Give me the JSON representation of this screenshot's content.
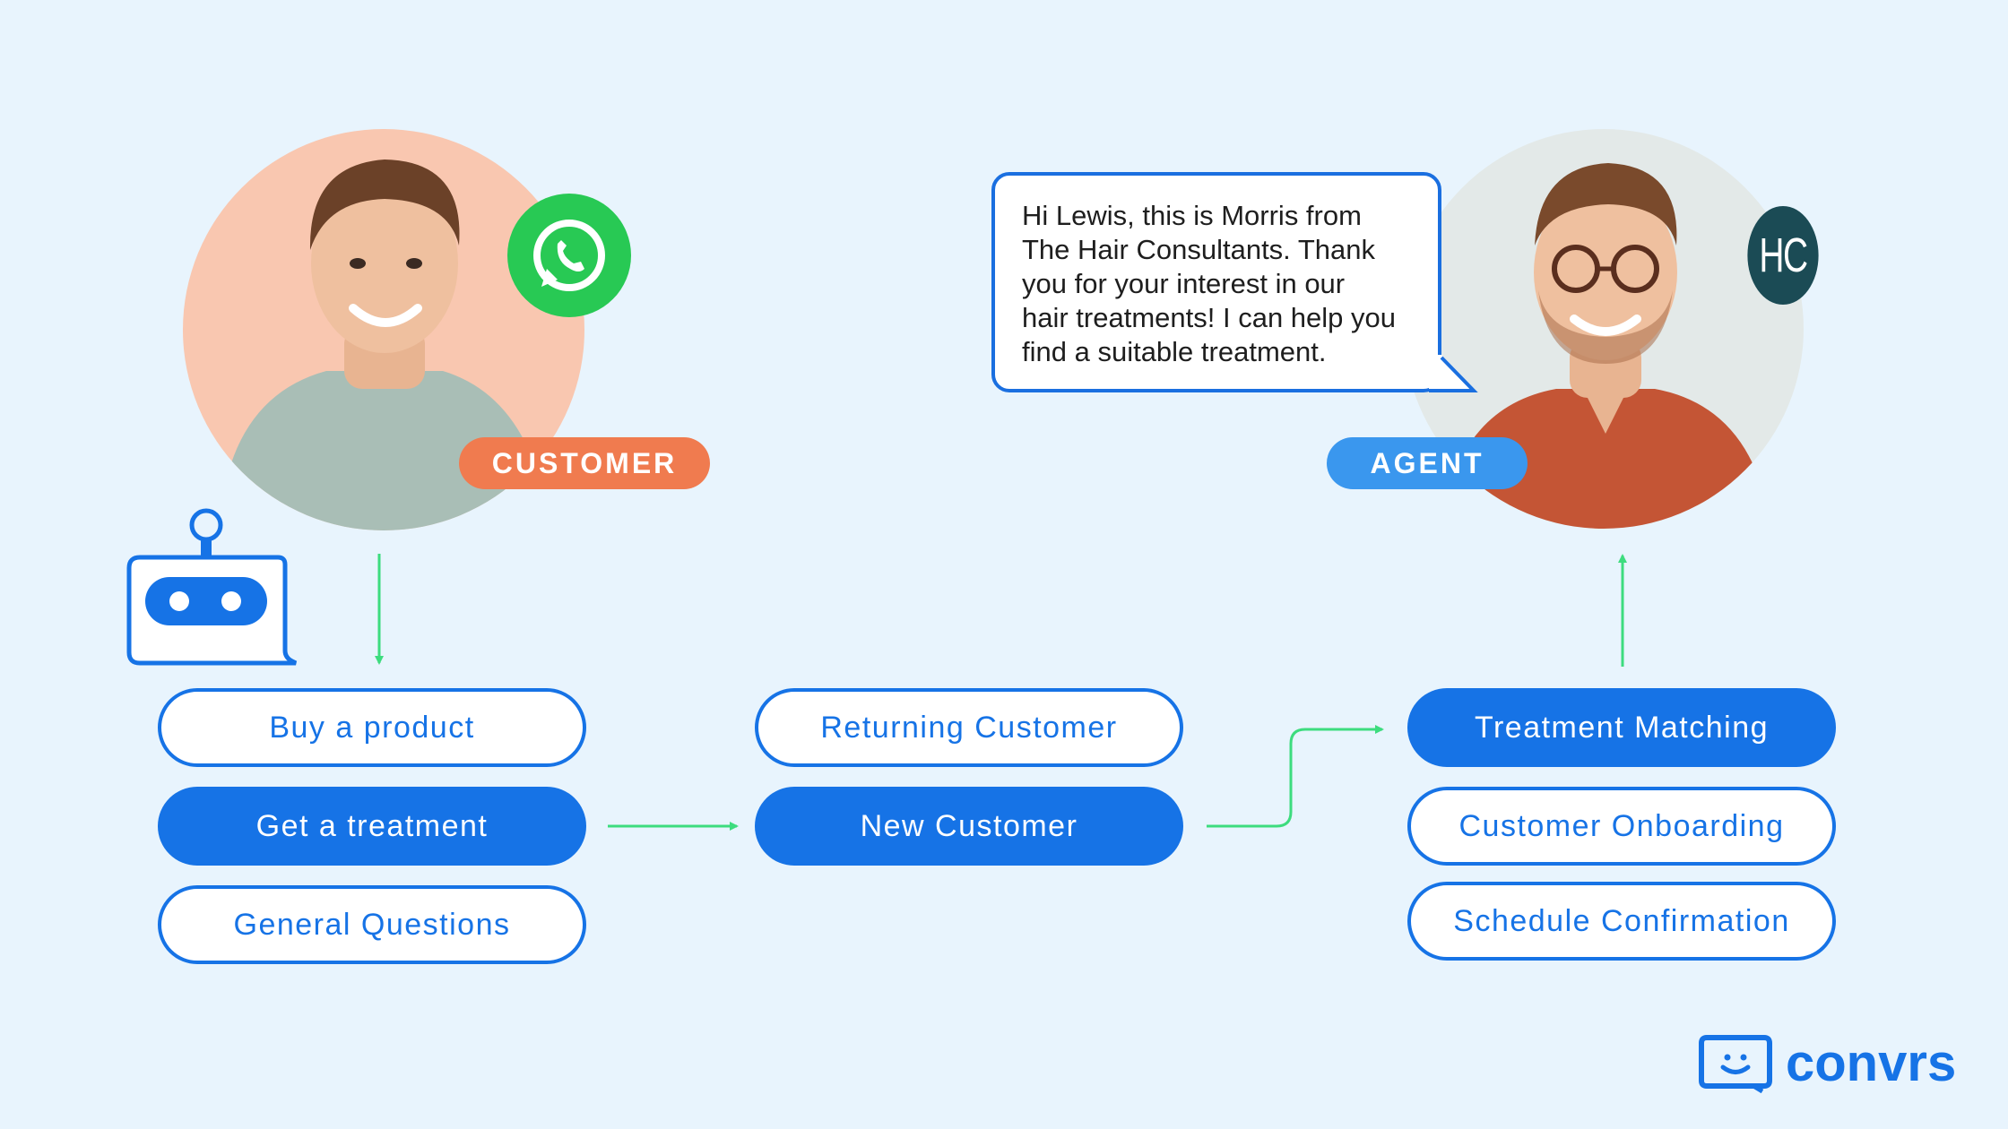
{
  "customer": {
    "badge_label": "CUSTOMER"
  },
  "agent": {
    "badge_label": "AGENT",
    "brand_initials": "HC",
    "message_lines": [
      "Hi Lewis, this is Morris from",
      "The Hair Consultants. Thank",
      "you for your interest in our",
      "hair treatments! I can help you",
      "find a suitable treatment."
    ]
  },
  "flow": {
    "intent_options": [
      {
        "label": "Buy a product",
        "selected": false
      },
      {
        "label": "Get a treatment",
        "selected": true
      },
      {
        "label": "General Questions",
        "selected": false
      }
    ],
    "customer_type_options": [
      {
        "label": "Returning Customer",
        "selected": false
      },
      {
        "label": "New Customer",
        "selected": true
      }
    ],
    "agent_options": [
      {
        "label": "Treatment Matching",
        "selected": true
      },
      {
        "label": "Customer Onboarding",
        "selected": false
      },
      {
        "label": "Schedule Confirmation",
        "selected": false
      }
    ]
  },
  "branding": {
    "logo_text": "convrs"
  },
  "colors": {
    "background": "#E8F4FD",
    "primary_blue": "#1673E6",
    "connector_green": "#3DDC7E",
    "customer_orange": "#F07B4F",
    "agent_blue": "#3A97EE",
    "whatsapp_green": "#28C954",
    "hc_teal": "#1B4B55"
  },
  "icons": {
    "chat": "whatsapp-icon",
    "bot": "chatbot-icon"
  }
}
